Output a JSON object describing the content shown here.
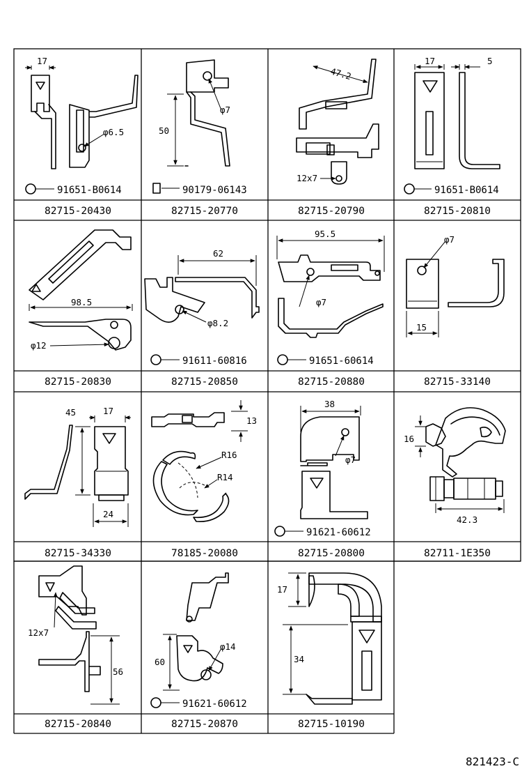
{
  "drawing_code": "821423-C",
  "cells": [
    {
      "part": "82715-20430",
      "bolt": "91651-B0614",
      "dims": [
        "17",
        "φ6.5"
      ]
    },
    {
      "part": "82715-20770",
      "bolt": "90179-06143",
      "dims": [
        "φ7",
        "50"
      ]
    },
    {
      "part": "82715-20790",
      "bolt": "",
      "dims": [
        "47.2",
        "12x7"
      ]
    },
    {
      "part": "82715-20810",
      "bolt": "91651-B0614",
      "dims": [
        "17",
        "5"
      ]
    },
    {
      "part": "82715-20830",
      "bolt": "",
      "dims": [
        "98.5",
        "φ12"
      ]
    },
    {
      "part": "82715-20850",
      "bolt": "91611-60816",
      "dims": [
        "62",
        "φ8.2"
      ]
    },
    {
      "part": "82715-20880",
      "bolt": "91651-60614",
      "dims": [
        "95.5",
        "φ7"
      ]
    },
    {
      "part": "82715-33140",
      "bolt": "",
      "dims": [
        "φ7",
        "15"
      ]
    },
    {
      "part": "82715-34330",
      "bolt": "",
      "dims": [
        "45",
        "17",
        "24"
      ]
    },
    {
      "part": "78185-20080",
      "bolt": "",
      "dims": [
        "13",
        "R16",
        "R14"
      ]
    },
    {
      "part": "82715-20800",
      "bolt": "91621-60612",
      "dims": [
        "38",
        "φ7"
      ]
    },
    {
      "part": "82711-1E350",
      "bolt": "",
      "dims": [
        "16",
        "42.3"
      ]
    },
    {
      "part": "82715-20840",
      "bolt": "",
      "dims": [
        "12x7",
        "56"
      ]
    },
    {
      "part": "82715-20870",
      "bolt": "91621-60612",
      "dims": [
        "60",
        "φ14"
      ]
    },
    {
      "part": "82715-10190",
      "bolt": "",
      "dims": [
        "17",
        "34"
      ]
    }
  ]
}
